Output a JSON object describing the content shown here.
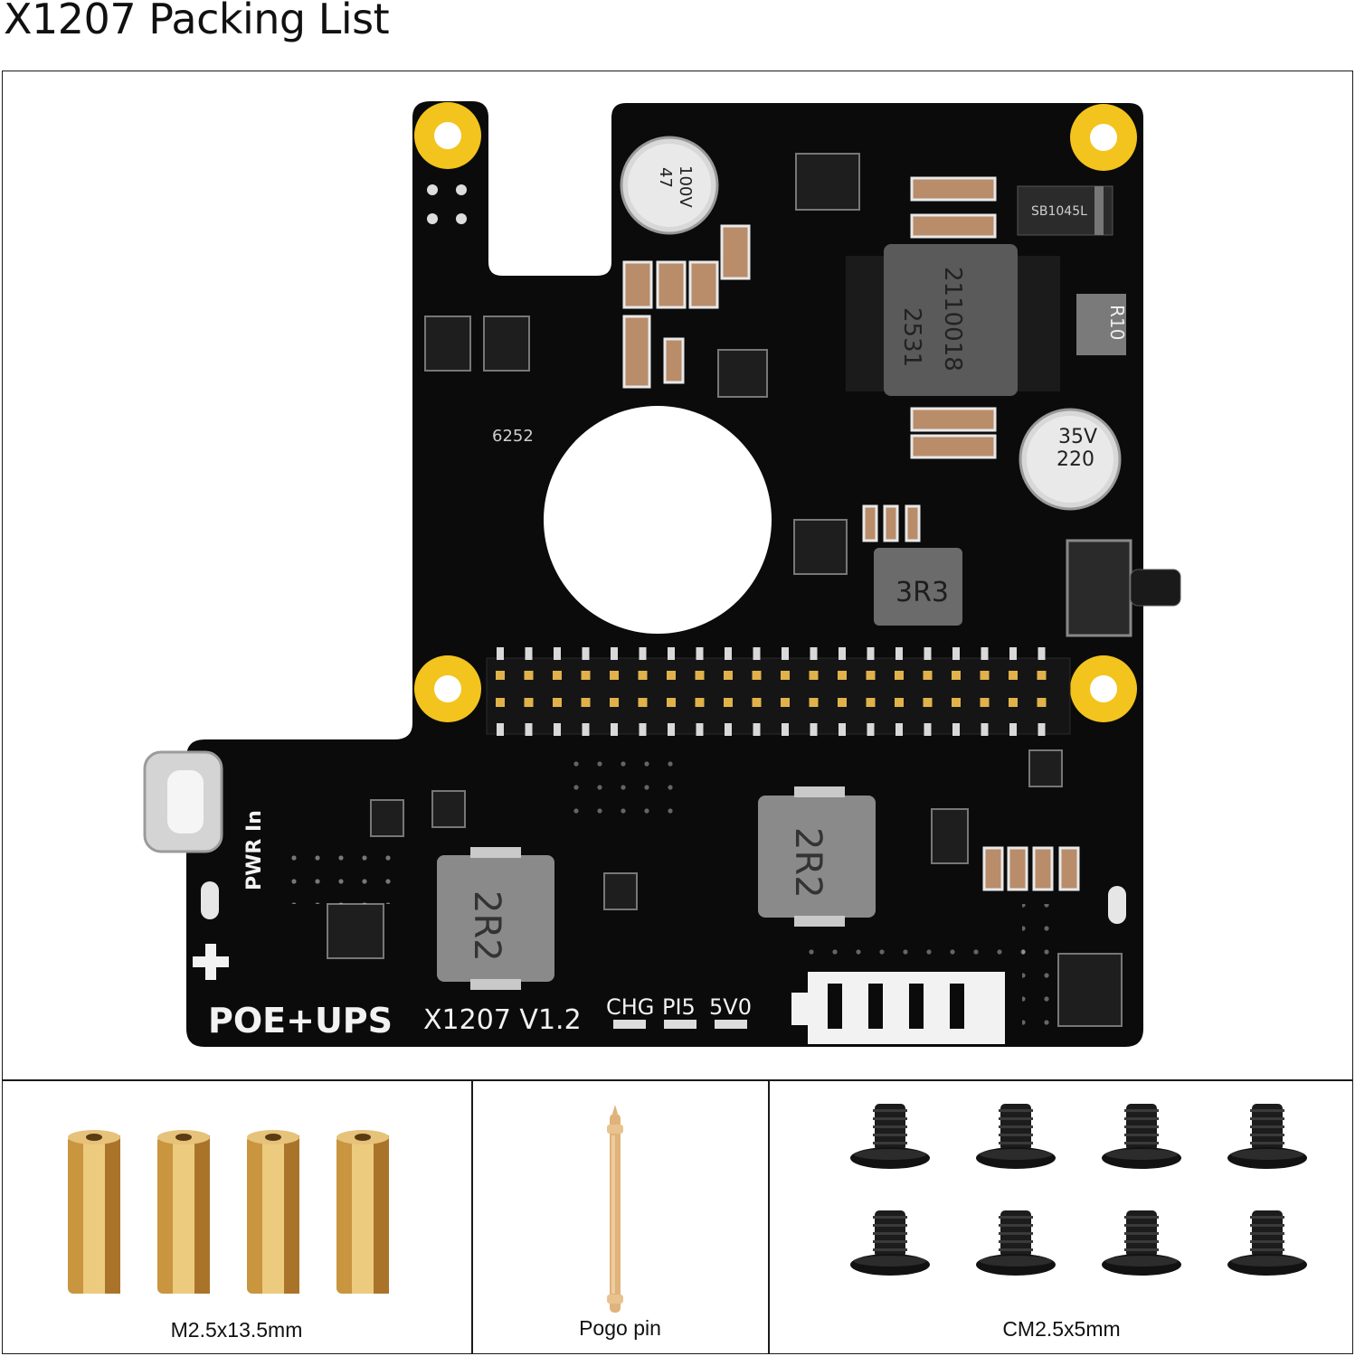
{
  "title": "X1207 Packing List",
  "board": {
    "brand": "POE+UPS",
    "model": "X1207 V1.2",
    "led_labels": [
      "CHG",
      "PI5",
      "5V0"
    ],
    "port_label": "PWR In",
    "inductor_labels": [
      "2R2",
      "2R2",
      "3R3"
    ],
    "transformer_marks": [
      "2110018",
      "2531"
    ],
    "cap_large": [
      "35V",
      "220"
    ],
    "cap_small": [
      "100V",
      "47"
    ],
    "resistor_mark": "R10",
    "diode_mark": "SB1045L",
    "silk_code": "6252",
    "colors": {
      "pcb": "#0b0b0b",
      "mount": "#f2c41d",
      "silk": "#f2f2f2"
    }
  },
  "items": [
    {
      "caption": "M2.5x13.5mm",
      "icon": "brass-standoff-icon",
      "count": 4
    },
    {
      "caption": "Pogo pin",
      "icon": "pogo-pin-icon",
      "count": 1
    },
    {
      "caption": "CM2.5x5mm",
      "icon": "screw-icon",
      "count": 8
    }
  ]
}
